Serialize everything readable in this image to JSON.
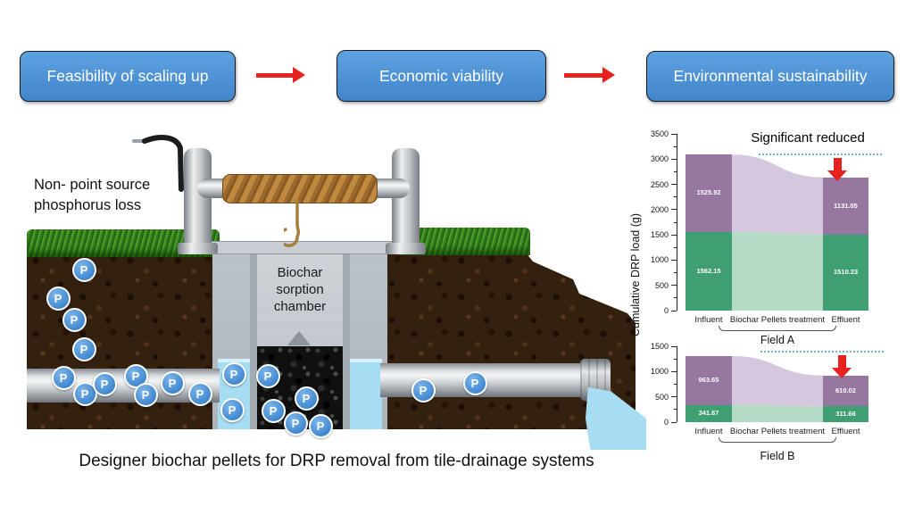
{
  "flow": {
    "steps": [
      {
        "label": "Feasibility of scaling up"
      },
      {
        "label": "Economic viability"
      },
      {
        "label": "Environmental sustainability"
      }
    ]
  },
  "illustration": {
    "nonpoint_label": "Non- point source\nphosphorus loss",
    "chamber_label": "Biochar\nsorption\nchamber",
    "particle_symbol": "P",
    "caption": "Designer biochar pellets for DRP removal from tile-drainage systems"
  },
  "charts": {
    "ylabel": "Cumulative DRP load (g)"
  },
  "chart_data": [
    {
      "type": "bar",
      "title": "Field A",
      "categories": [
        "Influent",
        "Effluent"
      ],
      "middle_label": "Biochar Pellets treatment",
      "annotation": "Significant reduced",
      "ylabel": "Cumulative DRP load (g)",
      "ylim": [
        0,
        3500
      ],
      "ytick_step": 500,
      "series": [
        {
          "name": "bottom-green",
          "color": "#3f9e72",
          "flow_color": "#b5dac5",
          "values": [
            1562.15,
            1510.23
          ]
        },
        {
          "name": "top-purple",
          "color": "#95779f",
          "flow_color": "#d4c7de",
          "values": [
            1525.92,
            1131.05
          ]
        }
      ]
    },
    {
      "type": "bar",
      "title": "Field B",
      "categories": [
        "Influent",
        "Effluent"
      ],
      "middle_label": "Biochar Pellets treatment",
      "ylim": [
        0,
        1500
      ],
      "ytick_step": 500,
      "series": [
        {
          "name": "bottom-green",
          "color": "#3f9e72",
          "flow_color": "#b5dac5",
          "values": [
            341.67,
            311.66
          ]
        },
        {
          "name": "top-purple",
          "color": "#95779f",
          "flow_color": "#d4c7de",
          "values": [
            963.65,
            610.02
          ]
        }
      ]
    }
  ]
}
